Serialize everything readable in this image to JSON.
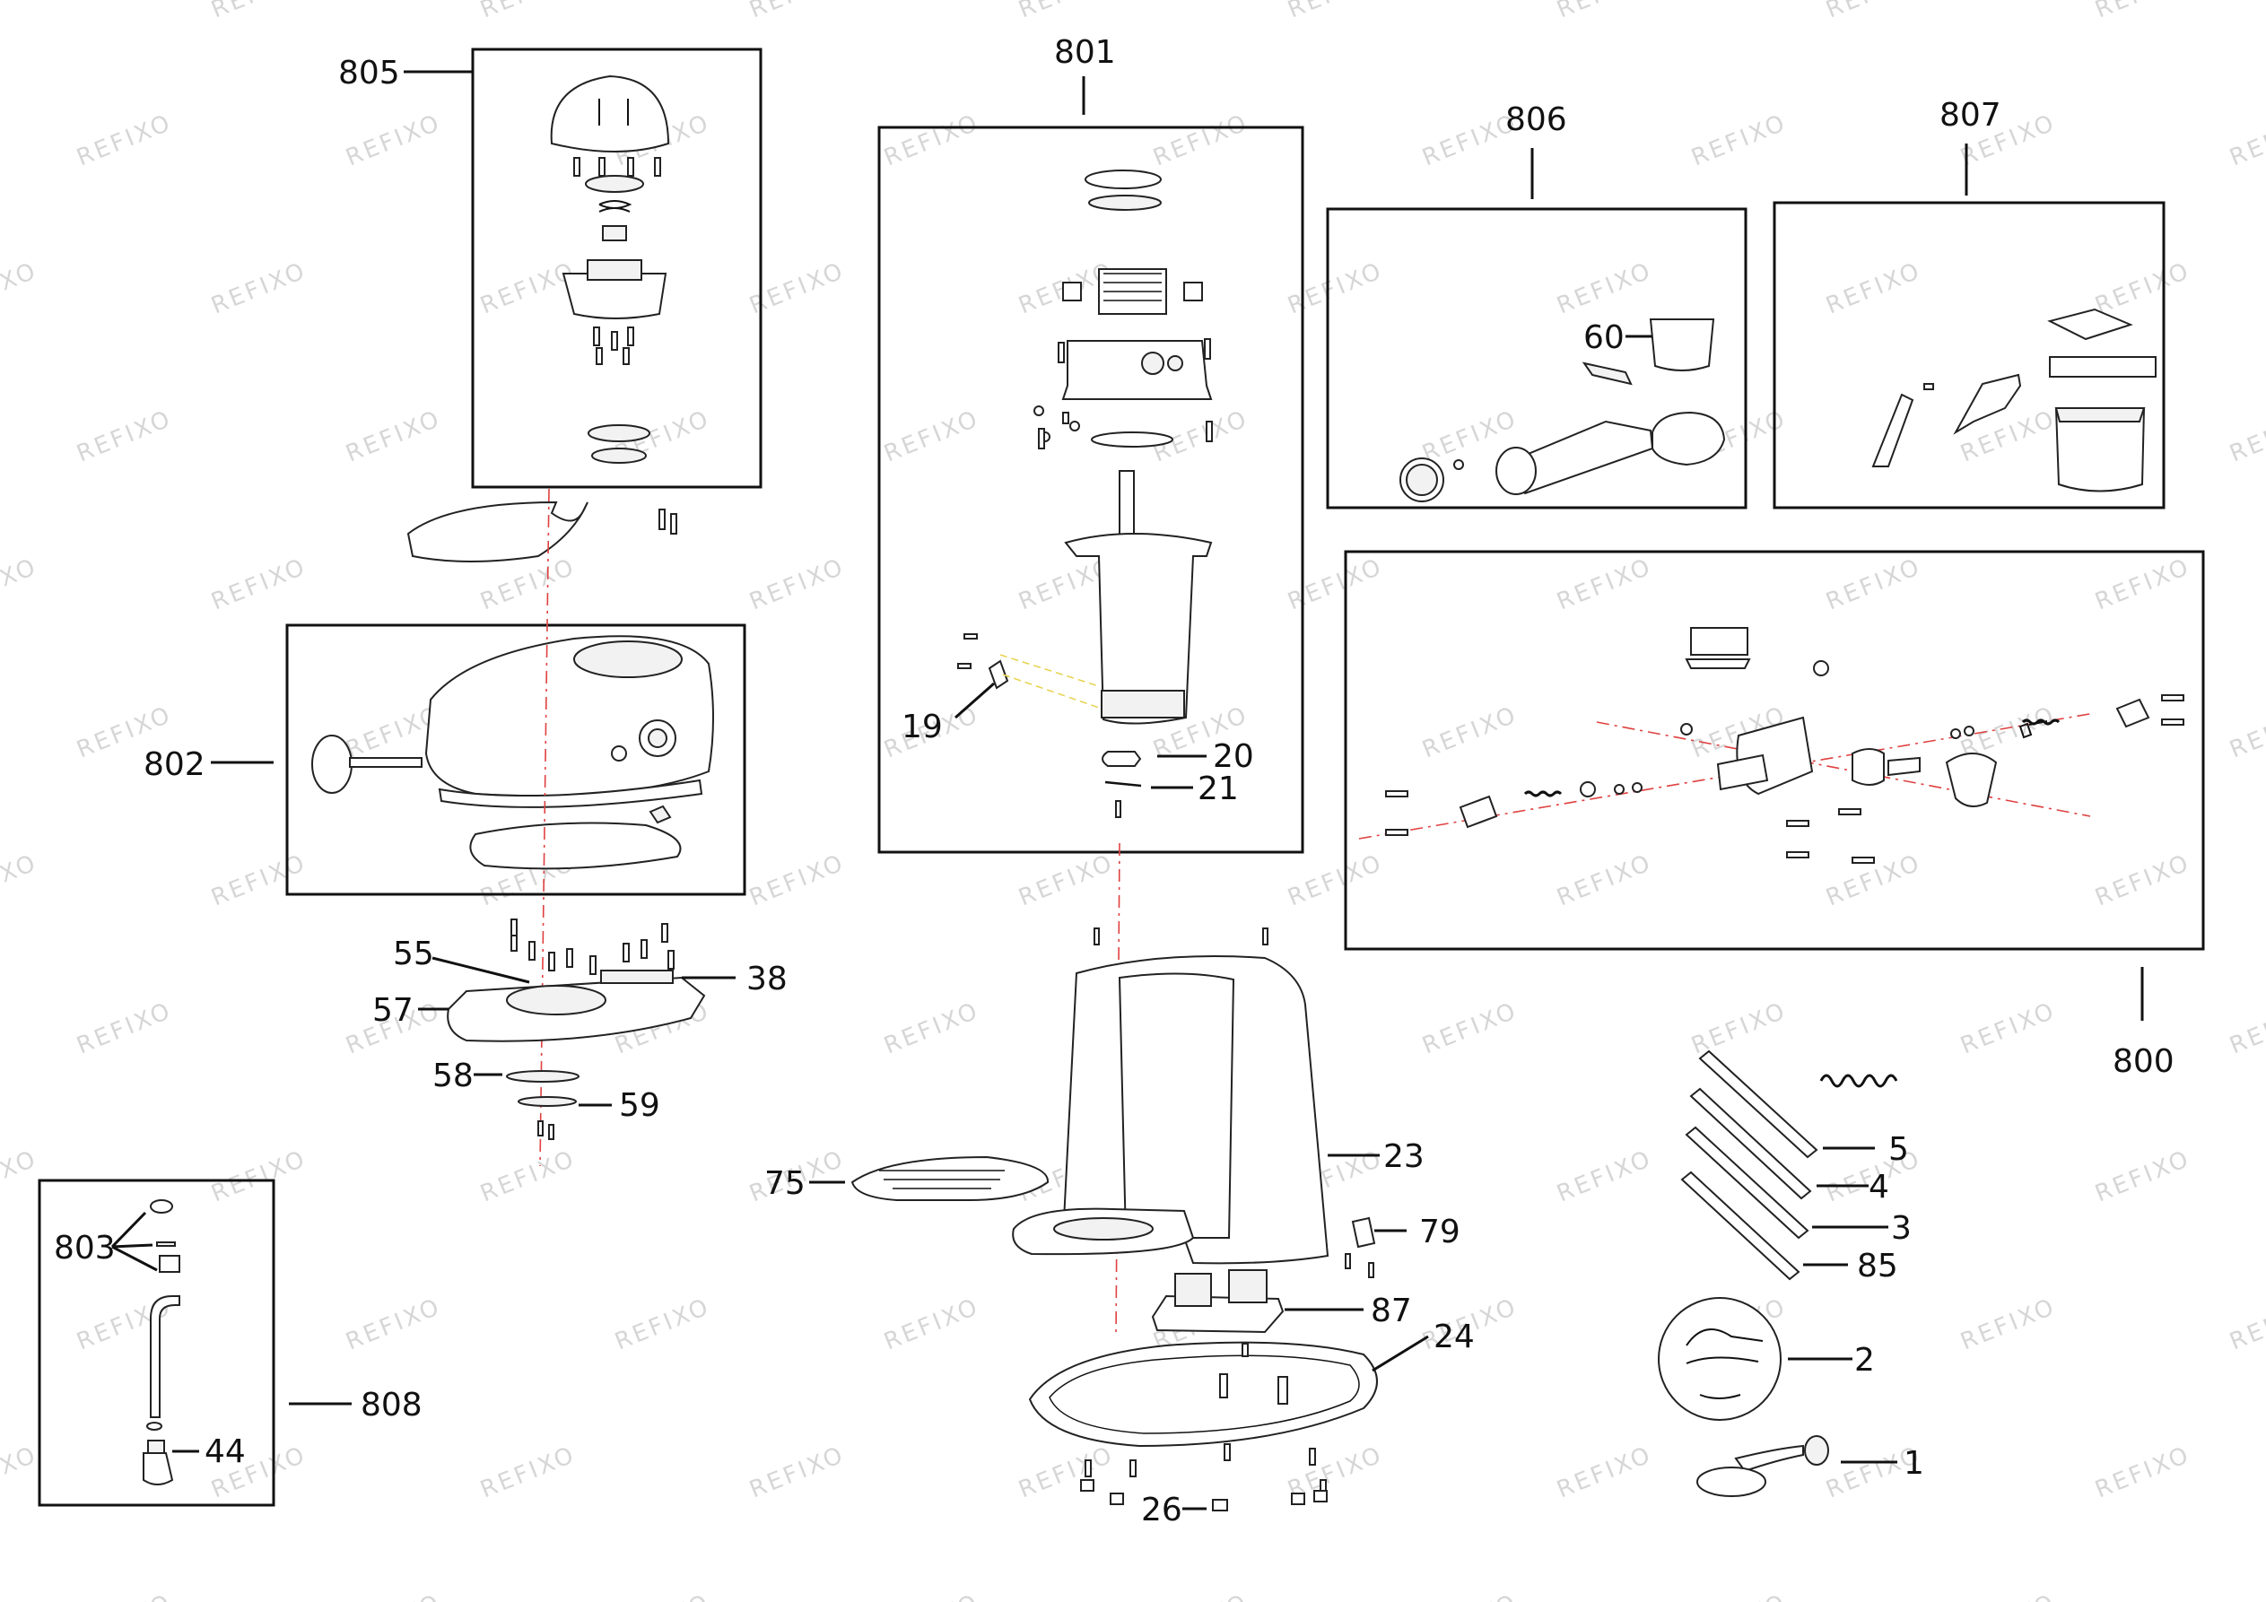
{
  "watermark": "REFIXO",
  "labels": {
    "l800": "800",
    "l801": "801",
    "l802": "802",
    "l803": "803",
    "l805": "805",
    "l806": "806",
    "l807": "807",
    "l808": "808",
    "l1": "1",
    "l2": "2",
    "l3": "3",
    "l4": "4",
    "l5": "5",
    "l19": "19",
    "l20": "20",
    "l21": "21",
    "l23": "23",
    "l24": "24",
    "l26": "26",
    "l38": "38",
    "l44": "44",
    "l55": "55",
    "l57": "57",
    "l58": "58",
    "l59": "59",
    "l60": "60",
    "l75": "75",
    "l79": "79",
    "l85": "85",
    "l87": "87"
  },
  "colors": {
    "ink": "#111111",
    "centerline": "#e04040",
    "watermark": "#d6d6d6"
  }
}
